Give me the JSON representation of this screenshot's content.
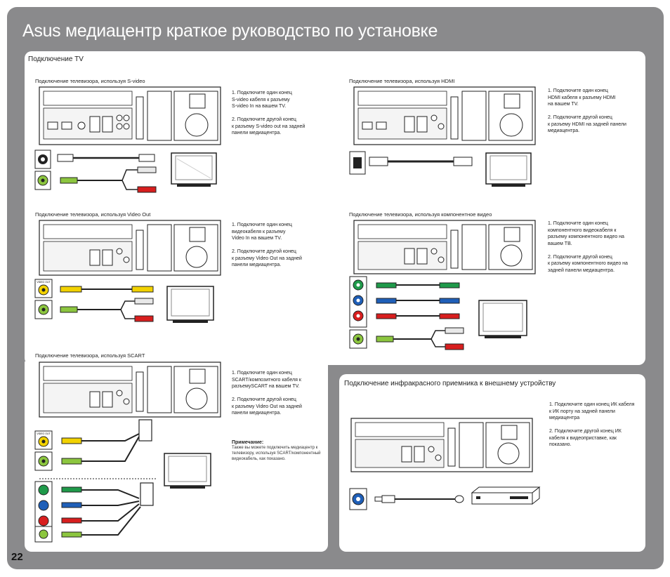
{
  "title": "Asus медиацентр краткое руководство по установке",
  "page_number": "22",
  "tv_section": {
    "heading": "Подключение TV",
    "svideo": {
      "label": "Подключение телевизора, используя S-video",
      "steps": "1. Подключите один конец\n    S-video кабеля к разъему\n    S-video In на вашем TV.\n\n2. Подключите другой конец\n    к разъему S-video out на задней\n    панели медиацентра."
    },
    "hdmi": {
      "label": "Подключение телевизора, используя HDMI",
      "steps": "1. Подключите один конец\n    HDMI кабеля к разъему HDMI\n    на вашем TV.\n\n2. Подключите другой конец\n    к разъему HDMI на задней панели\n    медиацентра."
    },
    "videoout": {
      "label": "Подключение телевизора, используя Video Out",
      "steps": "1. Подключите один конец\n    видеокабеля к разъему\n    Video In на вашем TV.\n\n2. Подключите другой конец\n    к разъему Video Out на задней\n    панели медиацентра.",
      "jack_label": "VIDEO OUT"
    },
    "component": {
      "label": "Подключение телевизора, используя компонентное видео",
      "steps": "1. Подключите один конец\n    компонентного видеокабеля к\n    разъему компонентного видео на\n    вашем ТВ.\n\n2. Подключите другой конец\n    к разъему компонентного видео на\n    задней панели медиацентра."
    },
    "scart": {
      "label": "Подключение телевизора, используя SCART",
      "steps": "1. Подключите один конец\n    SCART/композитного кабеля к\n    разъемуSCART на вашем TV.\n\n2. Подключите другой конец\n    к разъему Video Out на задней\n    панели медиацентра.",
      "note_title": "Примечание:",
      "note_text": "Также вы можете подключить медиацентр к\nтелевизору, используя SCART/компонентный\nвидеокабель, как показано.",
      "jack_label": "VIDEO OUT"
    }
  },
  "ir_section": {
    "heading": "Подключение инфракрасного приемника к внешнему устройству",
    "steps": "1. Подключите один конец ИК кабеля\n    к ИК порту на задней панели\n    медиацентра\n\n2. Подключите другой конец ИК\n    кабеля к видеоприставке, как\n    показано."
  },
  "colors": {
    "frame": "#8a8a8c",
    "panel": "#ffffff",
    "yellow": "#f2d200",
    "red": "#d81e1e",
    "green": "#1f9a4a",
    "blue": "#1f5fb8",
    "white_plug": "#e8e8e8",
    "lime": "#8cc63f"
  }
}
